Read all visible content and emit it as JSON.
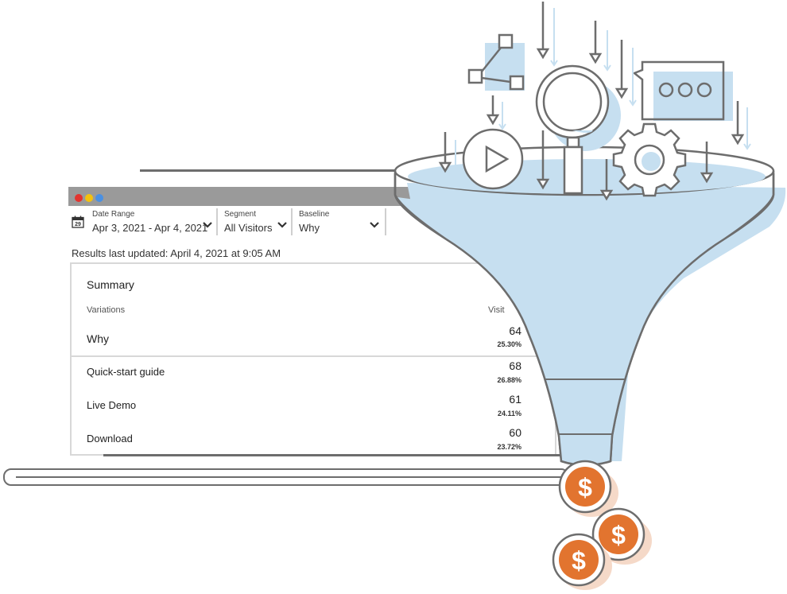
{
  "toolbar": {
    "date_range": {
      "label": "Date Range",
      "value": "Apr 3, 2021 - Apr 4, 2021",
      "calendar_day": "29"
    },
    "segment": {
      "label": "Segment",
      "value": "All Visitors"
    },
    "baseline": {
      "label": "Baseline",
      "value": "Why"
    }
  },
  "results_updated": "Results last updated: April 4, 2021 at 9:05 AM",
  "summary": {
    "title": "Summary",
    "variations_header": "Variations",
    "visitors_header": "Visit",
    "baseline_row": {
      "name": "Why",
      "value": "64",
      "percent": "25.30%"
    },
    "rows": [
      {
        "name": "Quick-start guide",
        "value": "68",
        "percent": "26.88%"
      },
      {
        "name": "Live Demo",
        "value": "61",
        "percent": "24.11%"
      },
      {
        "name": "Download",
        "value": "60",
        "percent": "23.72%"
      }
    ]
  },
  "illustration": {
    "coin_symbol": "$",
    "colors": {
      "funnel_fill": "#c6dff0",
      "outline": "#6d6d6d",
      "coin": "#e2742f",
      "coin_shadow": "#f5d9c8"
    }
  }
}
